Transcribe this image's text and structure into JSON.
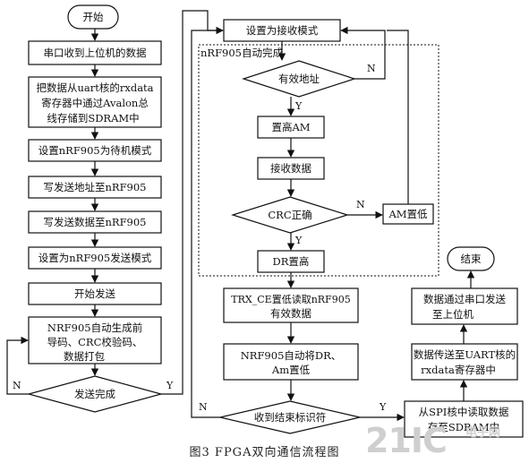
{
  "diagram": {
    "dotted_region_label": "nRF905自动完成",
    "nodes": {
      "start": "开始",
      "serial_receive": "串口收到上位机的数据",
      "store_sdram_line1": "把数据从uart核的rxdata",
      "store_sdram_line2": "寄存器中通过Avalon总",
      "store_sdram_line3": "线存储到SDRAM中",
      "standby_mode": "设置nRF905为待机模式",
      "write_addr": "写发送地址至nRF905",
      "write_data": "写发送数据至nRF905",
      "tx_mode": "设置为nRF905发送模式",
      "start_send": "开始发送",
      "auto_gen_line1": "NRF905自动生成前",
      "auto_gen_line2": "导码、CRC校验码、",
      "auto_gen_line3": "数据打包",
      "send_done": "发送完成",
      "rx_mode": "设置为接收模式",
      "valid_addr": "有效地址",
      "set_am_high": "置高AM",
      "receive_data": "接收数据",
      "crc_ok": "CRC正确",
      "am_low": "AM置低",
      "dr_high": "DR置高",
      "trx_line1": "TRX_CE置低读取nRF905",
      "trx_line2": "有效数据",
      "auto_clear_line1": "NRF905自动将DR、",
      "auto_clear_line2": "Am置低",
      "end_flag": "收到结束标识符",
      "spi_read_line1": "从SPI核中读取数据",
      "spi_read_line2": "存至SDRAM中",
      "uart_reg_line1": "数据传送至UART核的",
      "uart_reg_line2": "rxdata寄存器中",
      "serial_send_line1": "数据通过串口发送",
      "serial_send_line2": "至上位机",
      "end": "结束"
    },
    "edge_labels": {
      "yes": "Y",
      "no": "N"
    }
  },
  "caption": "图3    FPGA双向通信流程图",
  "watermark": "21IC",
  "watermark_sub": "电子网"
}
